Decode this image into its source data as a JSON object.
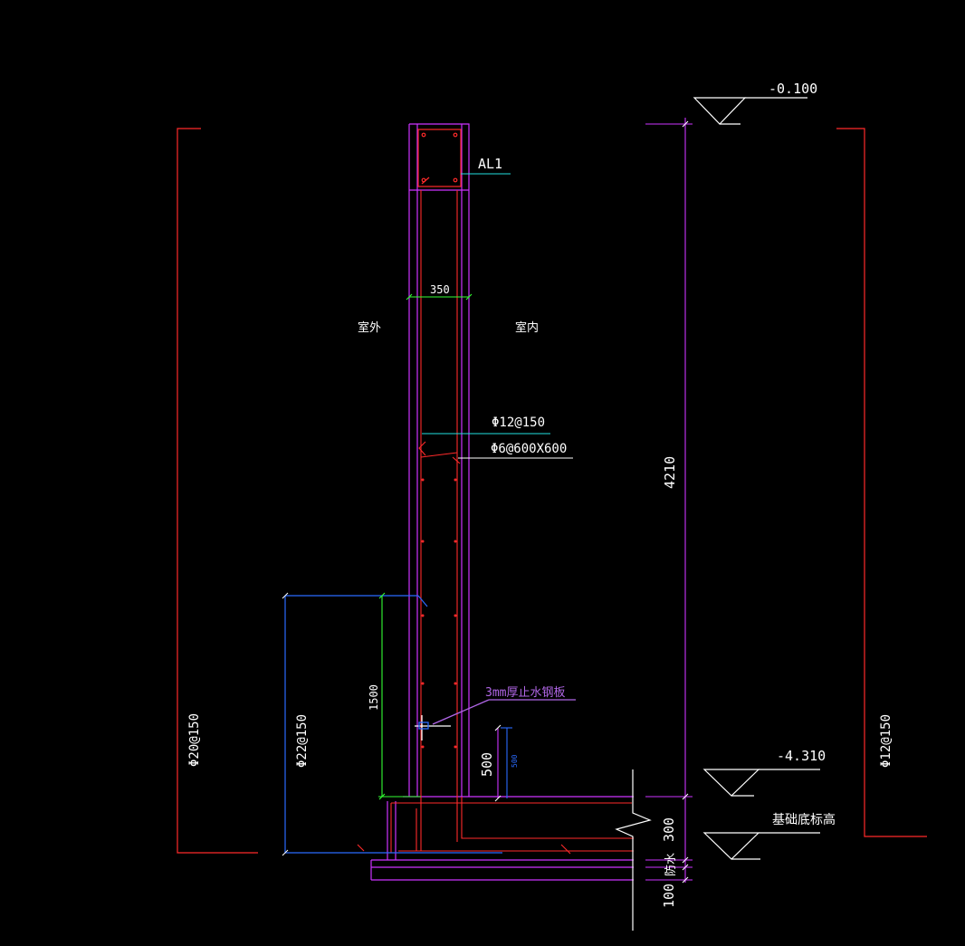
{
  "elevations": {
    "top": "-0.100",
    "floor": "-4.310",
    "foundation_bottom": "基础底标高"
  },
  "labels": {
    "beam": "AL1",
    "outdoor": "室外",
    "indoor": "室内",
    "waterstop": "3mm厚止水钢板",
    "waterproof": "防水"
  },
  "dimensions": {
    "wall_thickness": "350",
    "wall_height": "4210",
    "outer_rebar_length": "1500",
    "kicker_height": "500",
    "kicker_small": "500",
    "raft_thickness": "300",
    "blinding": "100"
  },
  "rebar": {
    "horizontal": "Φ12@150",
    "tie": "Φ6@600X600",
    "left_outer": "Φ20@150",
    "left_inner": "Φ22@150",
    "right_inner": "Φ12@150"
  },
  "colors": {
    "background": "#000000",
    "wall_outline": "#cc33ff",
    "rebar_red": "#ff2a2a",
    "blue": "#2a6bff",
    "green": "#33ff33",
    "cyan": "#22e0e0",
    "white": "#ffffff",
    "waterstop_text": "#b066e6"
  }
}
